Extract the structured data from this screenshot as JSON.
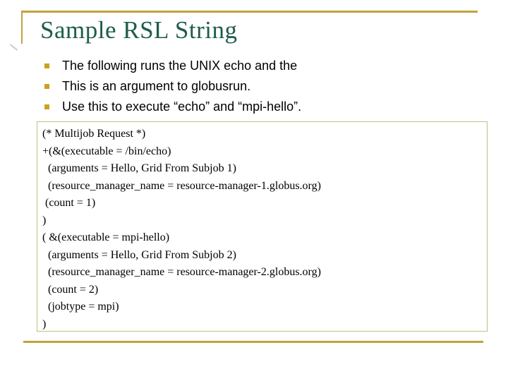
{
  "slide": {
    "title": "Sample RSL String",
    "bullets": [
      "The following runs the UNIX echo and the",
      "This is an argument to globusrun.",
      "Use this to execute “echo” and “mpi-hello”."
    ],
    "code_lines": [
      "(* Multijob Request *)",
      "+(&(executable = /bin/echo)",
      "  (arguments = Hello, Grid From Subjob 1)",
      "  (resource_manager_name = resource-manager-1.globus.org)",
      " (count = 1)",
      ")",
      "( &(executable = mpi-hello)",
      "  (arguments = Hello, Grid From Subjob 2)",
      "  (resource_manager_name = resource-manager-2.globus.org)",
      "  (count = 2)",
      "  (jobtype = mpi)",
      ")"
    ],
    "icons": {
      "bullet": "square-bullet-icon"
    },
    "colors": {
      "title_green": "#1e5c4c",
      "accent_gold": "#c2a33b",
      "bullet_gold": "#c9a11f",
      "code_border_olive": "#c0c083",
      "text_black": "#000000",
      "background": "#ffffff"
    }
  }
}
